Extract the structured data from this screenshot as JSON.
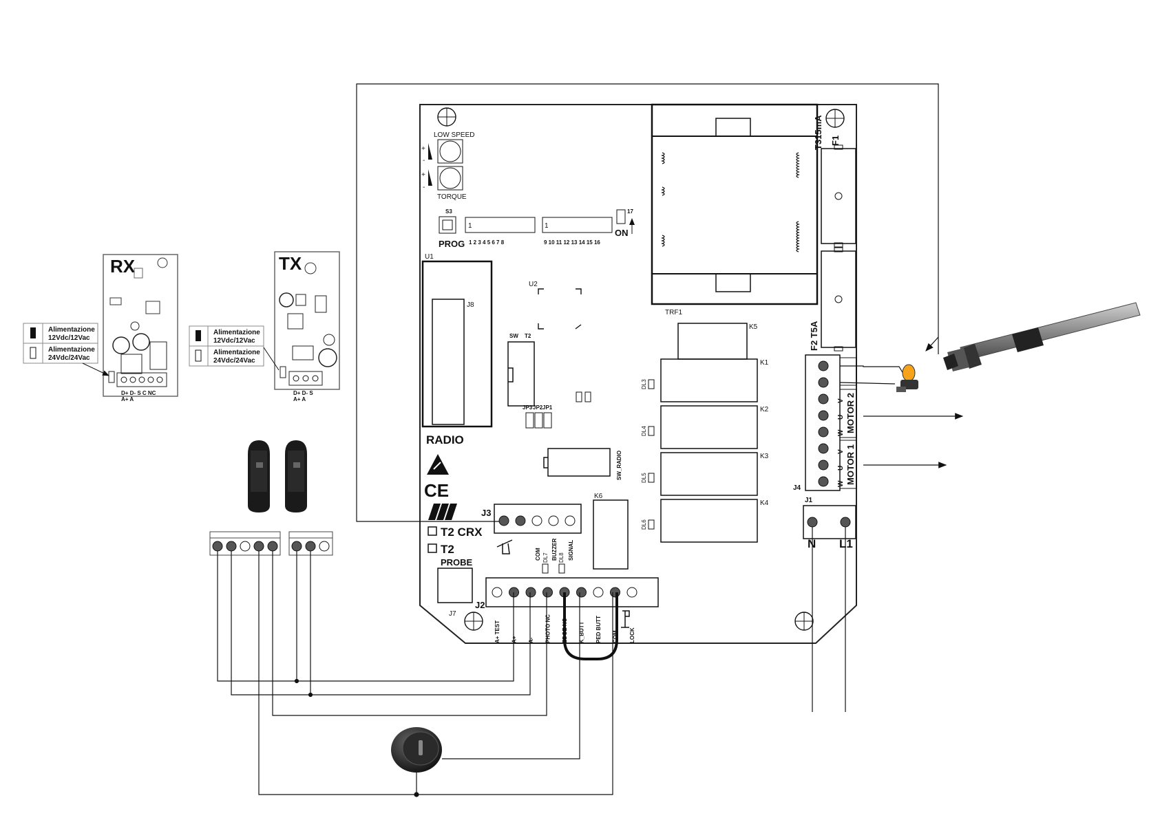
{
  "board": {
    "pots": {
      "low_speed": "LOW SPEED",
      "torque": "TORQUE",
      "plus": "+",
      "minus": "-"
    },
    "s3": "S3",
    "prog": "PROG",
    "sw1": {
      "first": "1",
      "numbers": "1  2  3  4  5  6  7  8"
    },
    "sw2": {
      "first": "1",
      "numbers": "9  10 11 12 13 14 15 16"
    },
    "jp4": "17",
    "on": "ON",
    "u1": "U1",
    "u2": "U2",
    "j8": "J8",
    "sw": "SW",
    "t2": "T2",
    "jp3": "JP3",
    "jp2": "JP2",
    "jp1": "JP1",
    "radio": "RADIO",
    "sw_radio": "SW_RADIO",
    "ce": "CE",
    "j3": "J3",
    "t2crx": "T2 CRX",
    "t2b": "T2",
    "j3_terms": {
      "com": "COM",
      "buzzer": "BUZZER",
      "signal": "SIGNAL"
    },
    "dl7": "DL7",
    "dl8": "DL8",
    "probe": "PROBE",
    "j7": "J7",
    "j2": "J2",
    "j2_terms": [
      "A+ TEST",
      "A+",
      "A-",
      "PHOTO NC",
      "EDGE NC",
      "K_BUTT",
      "PED BUTT",
      "COM",
      "LOCK"
    ],
    "k6": "K6",
    "trf1": "TRF1",
    "k5": "K5",
    "relays": [
      "K1",
      "K2",
      "K3",
      "K4"
    ],
    "dl": [
      "DL3",
      "DL4",
      "DL5",
      "DL6"
    ],
    "f1": "F1",
    "t315": "T315mA",
    "f2": "F2 T5A",
    "j4": "J4",
    "motor2": "MOTOR 2",
    "motor1": "MOTOR 1",
    "vuw": [
      "V",
      "U",
      "W"
    ],
    "j1": "J1",
    "n": "N",
    "l1": "L1"
  },
  "rx": {
    "title": "RX",
    "legend": [
      {
        "line1": "Alimentazione",
        "line2": "12Vdc/12Vac"
      },
      {
        "line1": "Alimentazione",
        "line2": "24Vdc/24Vac"
      }
    ],
    "terms": "D+ D-  S   C  NC",
    "terms2": "A+  A"
  },
  "tx": {
    "title": "TX",
    "legend": [
      {
        "line1": "Alimentazione",
        "line2": "12Vdc/12Vac"
      },
      {
        "line1": "Alimentazione",
        "line2": "24Vdc/24Vac"
      }
    ],
    "terms": "D+ D-  S",
    "terms2": "A+  A"
  },
  "colors": {
    "line": "#111111",
    "board_outline": "#222222",
    "actuator": "#9a9a9a"
  },
  "icons": [
    "photocell-icon",
    "key-selector-icon",
    "flashing-lamp-icon",
    "linear-actuator-icon",
    "esd-warning-icon",
    "screw-hole-icon",
    "lock-icon",
    "buzzer-icon"
  ]
}
